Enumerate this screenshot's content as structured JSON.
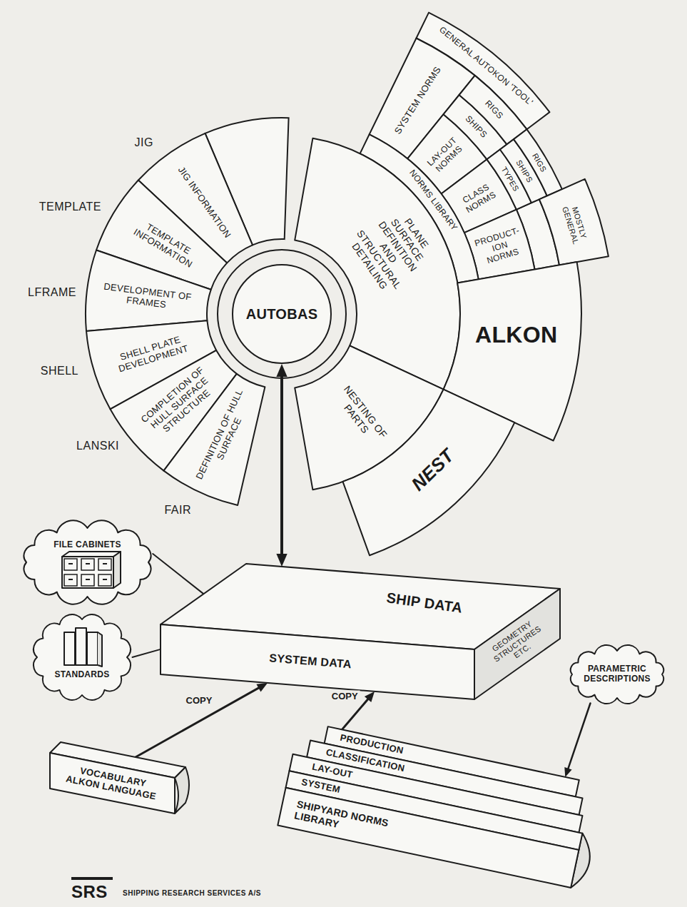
{
  "diagram": {
    "nodes": [
      {
        "text": [
          "JIG INFORMATION"
        ]
      },
      {
        "text": [
          "TEMPLATE INFORMATION"
        ]
      },
      {
        "text": [
          "DEVELOPMENT OF FRAMES"
        ]
      },
      {
        "text": [
          "SHELL PLATE DEVELOPMENT"
        ]
      },
      {
        "text": [
          "COMPLETION OF HULL SURFACE STRUCTURE"
        ]
      },
      {
        "text": [
          "DEFINITION OF HULL SURFACE"
        ]
      },
      {
        "text": [
          "AUTOBAS"
        ]
      },
      {
        "text": [
          "GENERAL AUTOKON 'TOOL'"
        ]
      },
      {
        "text": [
          "SYSTEM NORMS"
        ]
      },
      {
        "text": [
          "LAY-OUT NORMS"
        ]
      },
      {
        "text": [
          "SHIPS"
        ]
      },
      {
        "text": [
          "RIGS"
        ]
      },
      {
        "text": [
          "CLASS NORMS"
        ]
      },
      {
        "text": [
          "TYPES"
        ]
      },
      {
        "text": [
          "SHIPS"
        ]
      },
      {
        "text": [
          "RIGS"
        ]
      },
      {
        "text": [
          "PRODUCT- ION NORMS"
        ]
      },
      {
        "text": [
          "MOSTLY GENERAL"
        ]
      },
      {
        "text": [
          "NORMS LIBRARY"
        ]
      },
      {
        "text": [
          "PLANE SURFACE DEFINITION AND STRUCTURAL DETAILING"
        ]
      },
      {
        "text": [
          "ALKON"
        ]
      },
      {
        "text": [
          "NESTING OF PARTS"
        ]
      },
      {
        "text": [
          "NEST"
        ]
      },
      {
        "text": [
          "FILE CABINETS"
        ]
      },
      {
        "text": [
          "STANDARDS"
        ]
      },
      {
        "text": [
          "SHIP DATA",
          "SYSTEM DATA",
          "GEOMETRY STRUCTURES ETC."
        ]
      },
      {
        "text": [
          "PARAMETRIC DESCRIPTIONS"
        ]
      },
      {
        "text": [
          "VOCABULARY ALKON LANGUAGE"
        ]
      },
      {
        "text": [
          "PRODUCTION",
          "CLASSIFICATION",
          "LAY-OUT",
          "SYSTEM",
          "SHIPYARD NORMS LIBRARY"
        ]
      }
    ],
    "edges": [
      {
        "from": 6,
        "to": 25,
        "arrow": "both"
      },
      {
        "from": 23,
        "to": 25,
        "arrow": "none"
      },
      {
        "from": 24,
        "to": 25,
        "arrow": "none"
      },
      {
        "from": 27,
        "to": 25,
        "arrow": "to",
        "label": "COPY"
      },
      {
        "from": 28,
        "to": 25,
        "arrow": "to",
        "label": "COPY"
      },
      {
        "from": 26,
        "to": 28,
        "arrow": "to"
      }
    ],
    "labels": [
      "JIG",
      "TEMPLATE",
      "LFRAME",
      "SHELL",
      "LANSKI",
      "FAIR",
      "SRS",
      "SHIPPING RESEARCH SERVICES A/S"
    ]
  }
}
